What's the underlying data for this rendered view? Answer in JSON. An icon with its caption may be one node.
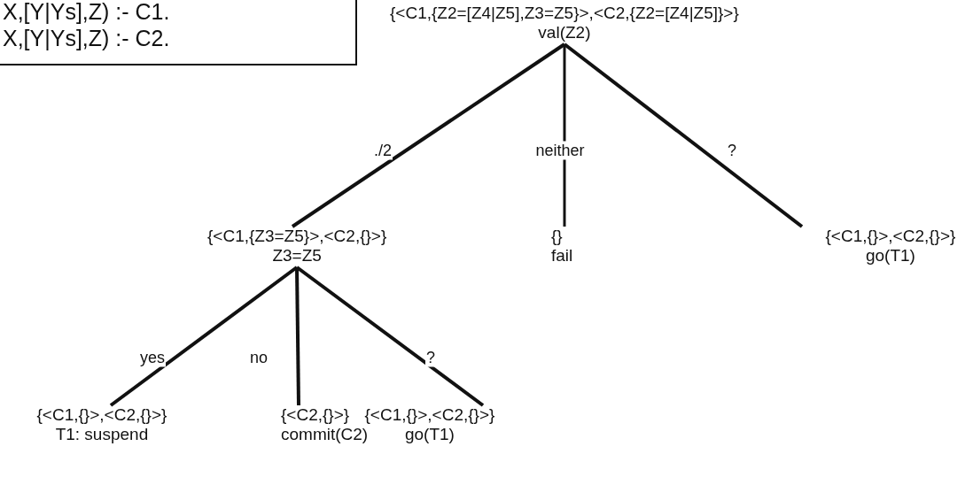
{
  "diagram": {
    "nodes": [
      {
        "text": [
          "X,[Y|Ys],Z) :- C1.",
          "X,[Y|Ys],Z) :- C2."
        ]
      },
      {
        "text": [
          "{<C1,{Z2=[Z4|Z5],Z3=Z5}>,<C2,{Z2=[Z4|Z5]}>}",
          "val(Z2)"
        ]
      },
      {
        "text": [
          "{<C1,{Z3=Z5}>,<C2,{}>}",
          "Z3=Z5"
        ]
      },
      {
        "text": [
          "{}",
          "fail"
        ]
      },
      {
        "text": [
          "{<C1,{}>,<C2,{}>}",
          "go(T1)"
        ]
      },
      {
        "text": [
          "{<C1,{}>,<C2,{}>}",
          "T1: suspend"
        ]
      },
      {
        "text": [
          "{<C2,{}>}",
          "commit(C2)"
        ]
      },
      {
        "text": [
          "{<C1,{}>,<C2,{}>}",
          "go(T1)"
        ]
      }
    ],
    "edges": [
      {
        "from": 1,
        "to": 2,
        "arrow": "none",
        "label": "./2"
      },
      {
        "from": 1,
        "to": 3,
        "arrow": "none",
        "label": "neither"
      },
      {
        "from": 1,
        "to": 4,
        "arrow": "none",
        "label": "?"
      },
      {
        "from": 2,
        "to": 5,
        "arrow": "none",
        "label": "yes"
      },
      {
        "from": 2,
        "to": 6,
        "arrow": "none",
        "label": "no"
      },
      {
        "from": 2,
        "to": 7,
        "arrow": "none",
        "label": "?"
      }
    ]
  }
}
